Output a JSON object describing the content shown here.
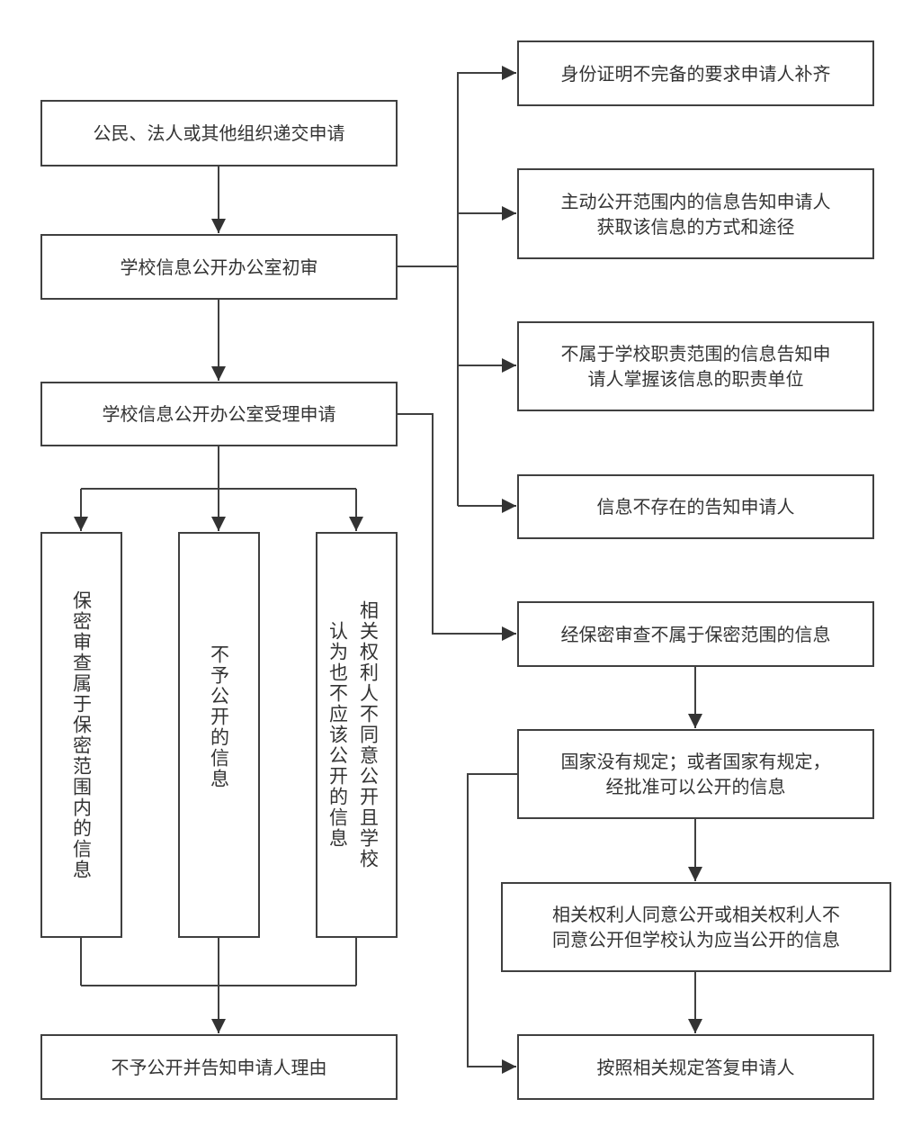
{
  "flow": {
    "submit": "公民、法人或其他组织递交申请",
    "initial_review": "学校信息公开办公室初审",
    "accept": "学校信息公开办公室受理申请",
    "secret": "保密审查属于保密范围内的信息",
    "not_public": "不予公开的信息",
    "rights_holder": "相关权利人不同意公开且学校认为也不应该公开的信息",
    "refuse": "不予公开并告知申请人理由",
    "r1": "身份证明不完备的要求申请人补齐",
    "r2_line1": "主动公开范围内的信息告知申请人",
    "r2_line2": "获取该信息的方式和途径",
    "r3_line1": "不属于学校职责范围的信息告知申",
    "r3_line2": "请人掌握该信息的职责单位",
    "r4": "信息不存在的告知申请人",
    "r5": "经保密审查不属于保密范围的信息",
    "r6_line1": "国家没有规定；或者国家有规定，",
    "r6_line2": "经批准可以公开的信息",
    "r7_line1": "相关权利人同意公开或相关权利人不",
    "r7_line2": "同意公开但学校认为应当公开的信息",
    "r8": "按照相关规定答复申请人"
  }
}
